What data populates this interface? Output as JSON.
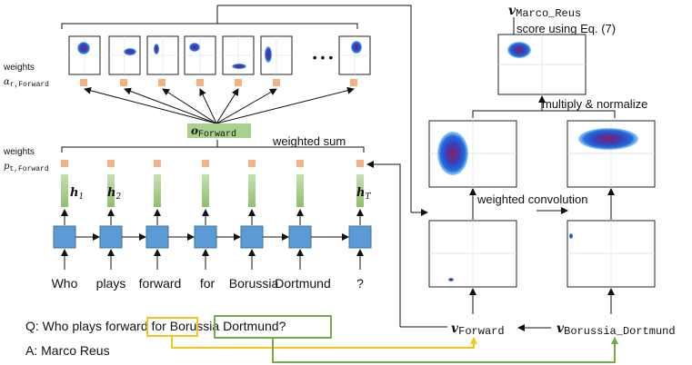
{
  "left": {
    "weights_label": "weights",
    "alpha_symbol": "α",
    "alpha_sub": "r,Forward",
    "ellipsis": "• • •",
    "o_symbol": "o",
    "o_sub": "Forward",
    "weights2_label": "weights",
    "p_symbol": "p",
    "p_sub": "t,Forward",
    "weighted_sum": "weighted sum",
    "h_symbol": "h",
    "h_labels": [
      {
        "sub": "1"
      },
      {
        "sub": "2"
      },
      {
        "sub": "T"
      }
    ],
    "words": [
      "Who",
      "plays",
      "forward",
      "for",
      "Borussia",
      "Dortmund",
      "?"
    ],
    "question_prefix": "Q: Who plays ",
    "question_forward": "forward",
    "question_for": " for ",
    "question_bd": "Borussia Dortmund",
    "question_end": "?",
    "answer": "A: Marco Reus"
  },
  "right": {
    "v_marco_symbol": "v",
    "v_marco_sub": "Marco_Reus",
    "score_label": "score using Eq. (7)",
    "multiply_label": "multiply & normalize",
    "conv_label": "weighted convolution",
    "v_forward_symbol": "v",
    "v_forward_sub": "Forward",
    "v_bd_symbol": "v",
    "v_bd_sub": "Borussia_Dortmund"
  },
  "colors": {
    "lstm_blue": "#5b9bd5",
    "h_green": "#a9d18e",
    "weight_orange": "#f4b183",
    "yellow_box": "#f5c518",
    "green_box": "#70ad47",
    "blob_blue": "#1f5fd6"
  }
}
